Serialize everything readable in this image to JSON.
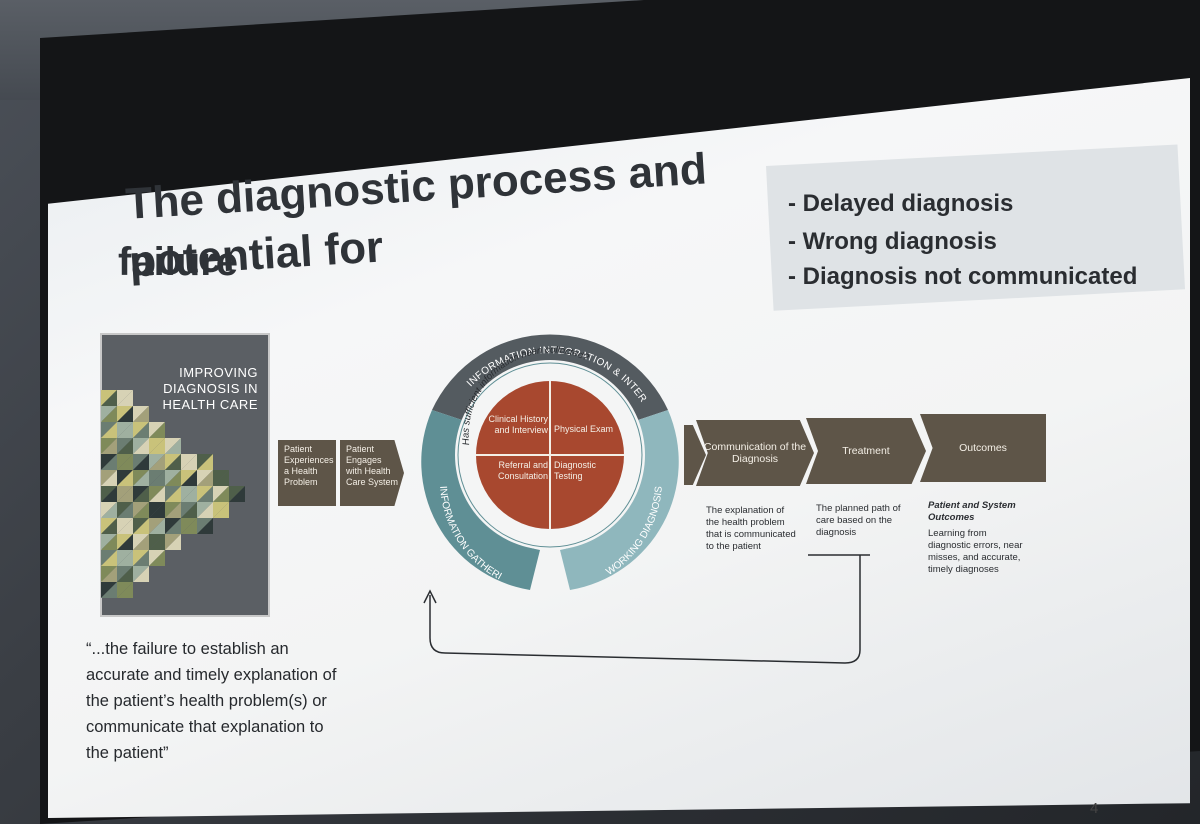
{
  "slide": {
    "title_line1": "The diagnostic process and potential for",
    "title_line2": "failure",
    "page_number": "4"
  },
  "failures": [
    "- Delayed diagnosis",
    "- Wrong diagnosis",
    "- Diagnosis not communicated"
  ],
  "book": {
    "title": "IMPROVING DIAGNOSIS IN HEALTH CARE"
  },
  "quote": "“...the failure to establish an accurate and timely explanation of the patient’s health problem(s) or communicate that explanation to the patient”",
  "process": {
    "step1": "Patient Experiences a Health Problem",
    "step2": "Patient Engages with Health Care System",
    "cycle": {
      "top_arc": "INFORMATION INTEGRATION & INTERPRETATION",
      "left_arc": "INFORMATION GATHERING",
      "right_arc": "WORKING DIAGNOSIS",
      "inner_ring": "Has sufficient information been collected?",
      "quadrants": [
        "Clinical History and Interview",
        "Physical Exam",
        "Referral and Consultation",
        "Diagnostic Testing"
      ]
    },
    "stages": [
      {
        "label": "Communication of the Diagnosis",
        "description": "The explanation of the health problem that is communicated to the patient"
      },
      {
        "label": "Treatment",
        "description": "The planned path of care based on the diagnosis"
      },
      {
        "label": "Outcomes",
        "description_heading": "Patient and System Outcomes",
        "description": "Learning from diagnostic errors, near misses, and accurate, timely diagnoses"
      }
    ]
  },
  "colors": {
    "title_text": "#2f3338",
    "step_brown": "#5e5548",
    "quadrant_red": "#a8482f",
    "arc_dark": "#545b60",
    "arc_teal": "#5f8f95",
    "arc_light_teal": "#8fb7bd"
  }
}
